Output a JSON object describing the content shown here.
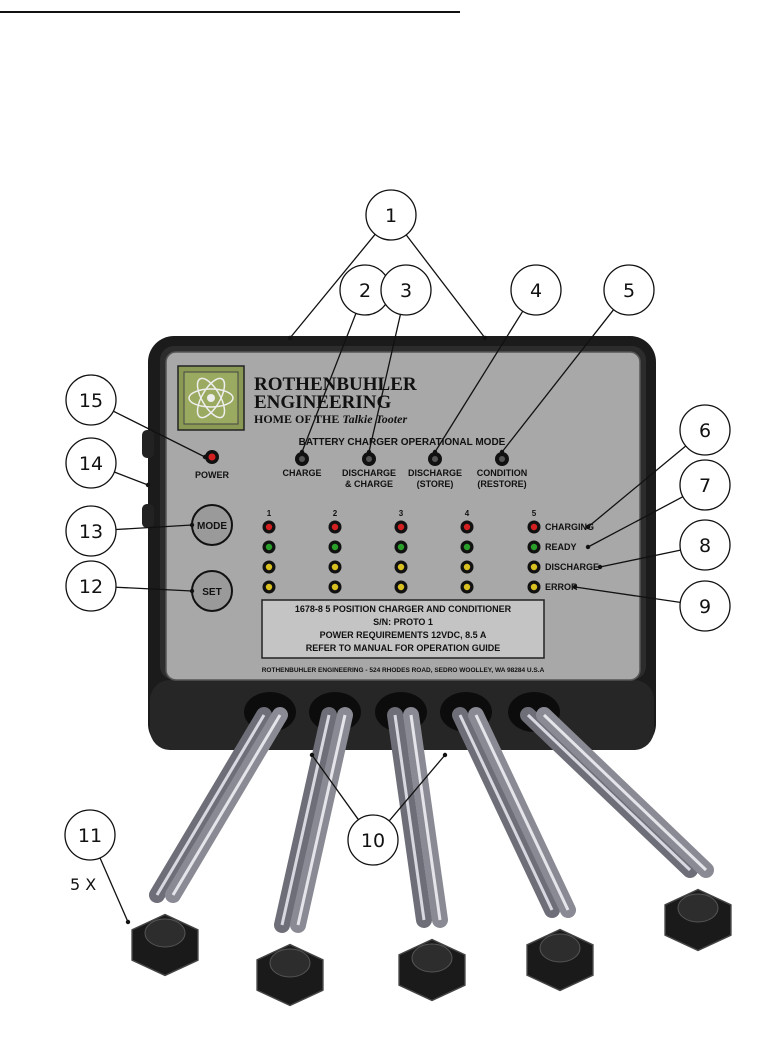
{
  "brand": {
    "line1": "ROTHENBUHLER",
    "line2": "ENGINEERING",
    "tagline_prefix": "HOME OF THE ",
    "tagline_product": "Talkie Tooter"
  },
  "mode_header": "BATTERY CHARGER OPERATIONAL MODE",
  "power_label": "POWER",
  "modes": [
    {
      "line1": "CHARGE",
      "line2": ""
    },
    {
      "line1": "DISCHARGE",
      "line2": "& CHARGE"
    },
    {
      "line1": "DISCHARGE",
      "line2": "(STORE)"
    },
    {
      "line1": "CONDITION",
      "line2": "(RESTORE)"
    }
  ],
  "buttons": {
    "mode": "MODE",
    "set": "SET"
  },
  "channels": [
    "1",
    "2",
    "3",
    "4",
    "5"
  ],
  "status_labels": [
    "CHARGING",
    "READY",
    "DISCHARGE",
    "ERROR"
  ],
  "led_colors": [
    "#d42020",
    "#2aa02a",
    "#d8c020",
    "#d8c020"
  ],
  "info_plate": [
    "1678-8 5 POSITION CHARGER AND CONDITIONER",
    "S/N: PROTO 1",
    "POWER REQUIREMENTS 12VDC, 8.5 A",
    "REFER TO MANUAL FOR OPERATION GUIDE"
  ],
  "address": "ROTHENBUHLER ENGINEERING - 524 RHODES ROAD, SEDRO WOOLLEY, WA 98284 U.S.A",
  "callouts": [
    "1",
    "2",
    "3",
    "4",
    "5",
    "6",
    "7",
    "8",
    "9",
    "10",
    "11",
    "12",
    "13",
    "14",
    "15"
  ],
  "quantity_note": "5 X"
}
